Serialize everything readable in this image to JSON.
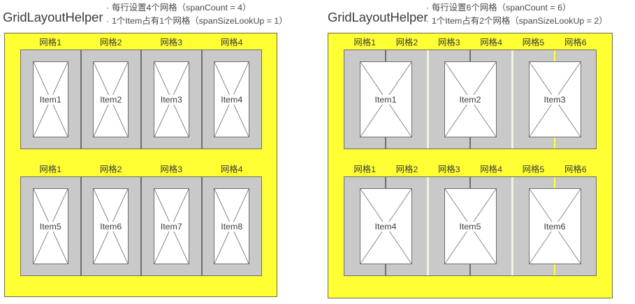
{
  "colors": {
    "board_background": "#ffff33",
    "cell_background": "#c9c9c9",
    "item_background": "#ffffff",
    "line": "#6e6e6e",
    "text": "#3c3c3c"
  },
  "panels": [
    {
      "title": "GridLayoutHelper",
      "bullets": [
        "每行设置4个网格（spanCount = 4）",
        "1个Item占有1个网格（spanSizeLookUp = 1）"
      ],
      "span_count": 4,
      "span_size": 1,
      "rows": [
        {
          "labels": [
            "网格1",
            "网格2",
            "网格3",
            "网格4"
          ],
          "groups": [
            {
              "item": "Item1",
              "divider": "none"
            },
            {
              "item": "Item2",
              "divider": "none"
            },
            {
              "item": "Item3",
              "divider": "none"
            },
            {
              "item": "Item4",
              "divider": "none"
            }
          ]
        },
        {
          "labels": [
            "网格1",
            "网格2",
            "网格3",
            "网格4"
          ],
          "groups": [
            {
              "item": "Item5",
              "divider": "none"
            },
            {
              "item": "Item6",
              "divider": "none"
            },
            {
              "item": "Item7",
              "divider": "none"
            },
            {
              "item": "Item8",
              "divider": "none"
            }
          ]
        }
      ]
    },
    {
      "title": "GridLayoutHelper",
      "bullets": [
        "每行设置6个网格（spanCount = 6）",
        "1个Item占有2个网格（spanSizeLookUp = 2）"
      ],
      "span_count": 6,
      "span_size": 2,
      "rows": [
        {
          "labels": [
            "网格1",
            "网格2",
            "网格3",
            "网格4",
            "网格5",
            "网格6"
          ],
          "groups": [
            {
              "item": "Item1",
              "divider": "gray"
            },
            {
              "item": "Item2",
              "divider": "gray"
            },
            {
              "item": "Item3",
              "divider": "yellow"
            }
          ]
        },
        {
          "labels": [
            "网格1",
            "网格2",
            "网格3",
            "网格4",
            "网格5",
            "网格6"
          ],
          "groups": [
            {
              "item": "Item4",
              "divider": "gray"
            },
            {
              "item": "Item5",
              "divider": "gray"
            },
            {
              "item": "Item6",
              "divider": "yellow"
            }
          ]
        }
      ]
    }
  ]
}
